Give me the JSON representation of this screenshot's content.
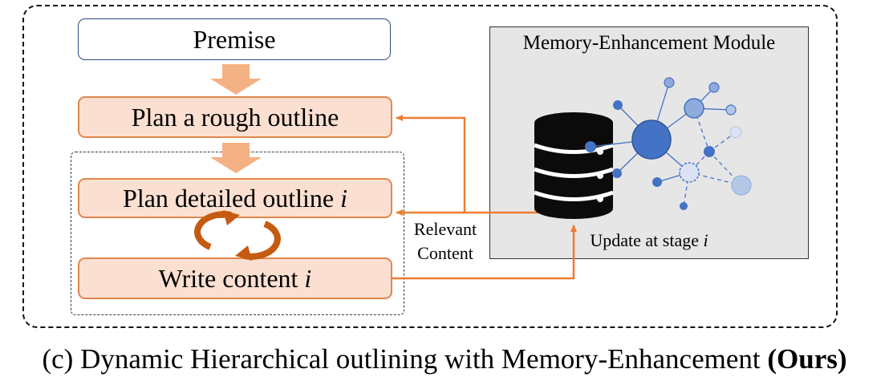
{
  "diagram": {
    "premise": "Premise",
    "steps": {
      "rough_outline": "Plan a rough outline",
      "detailed_outline": "Plan detailed outline",
      "write_content": "Write content"
    },
    "stage_variable": "i",
    "relevant_content_label": [
      "Relevant",
      "Content"
    ],
    "module": {
      "title": "Memory-Enhancement Module",
      "update_label": "Update at stage"
    },
    "caption": {
      "text": "(c) Dynamic Hierarchical outlining with Memory-Enhancement",
      "emphasis": "(Ours)"
    }
  },
  "colors": {
    "step_fill": "#fbe0d1",
    "step_border": "#e0874e",
    "flow_arrow": "#f4b183",
    "connector": "#ed7d31",
    "cycle": "#c55a11",
    "node_dark": "#4472c4",
    "node_light": "#b4c7e7"
  },
  "icons": [
    "database-icon",
    "knowledge-graph-icon",
    "cycle-arrows-icon"
  ]
}
